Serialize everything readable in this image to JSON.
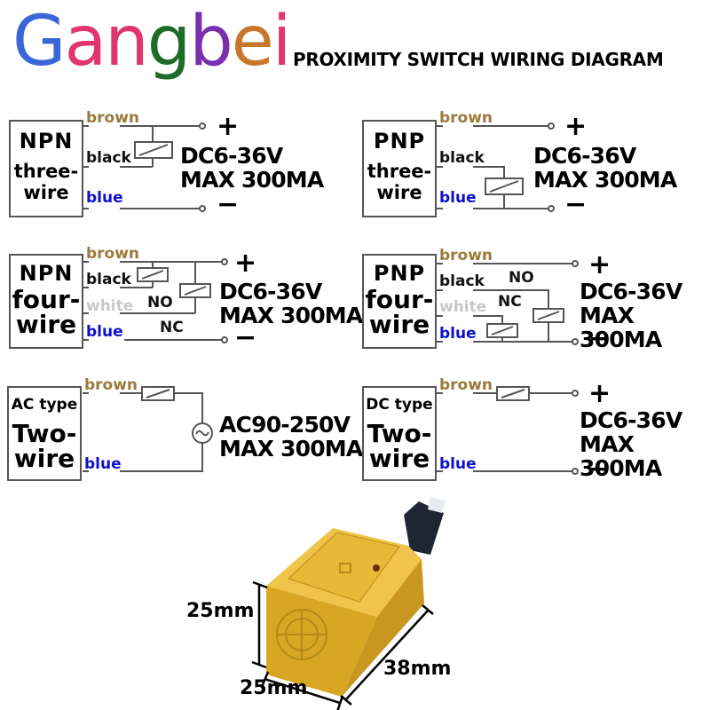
{
  "brand": {
    "letters": [
      {
        "char": "G",
        "color": "#3b66d8"
      },
      {
        "char": "a",
        "color": "#e0356e"
      },
      {
        "char": "n",
        "color": "#e0356e"
      },
      {
        "char": "g",
        "color": "#1e6b2a"
      },
      {
        "char": "b",
        "color": "#7a2fb0"
      },
      {
        "char": "e",
        "color": "#c7762b"
      },
      {
        "char": "i",
        "color": "#e0356e"
      }
    ],
    "name": "Gangbei"
  },
  "title": "PROXIMITY SWITCH WIRING DIAGRAM",
  "wire_colors": {
    "brown": "#9a7a3d",
    "black": "#111111",
    "blue": "#1010cc",
    "white": "#c8c8c8"
  },
  "diagrams": [
    {
      "id": "npn-three",
      "type": "NPN",
      "line1": "three-",
      "line2": "wire",
      "wires": [
        "brown",
        "black",
        "blue"
      ],
      "plus": "+",
      "minus": "−",
      "voltage": "DC6-36V",
      "current": "MAX 300MA"
    },
    {
      "id": "pnp-three",
      "type": "PNP",
      "line1": "three-",
      "line2": "wire",
      "wires": [
        "brown",
        "black",
        "blue"
      ],
      "plus": "+",
      "minus": "−",
      "voltage": "DC6-36V",
      "current": "MAX 300MA"
    },
    {
      "id": "npn-four",
      "type": "NPN",
      "line1": "four-",
      "line2": "wire",
      "wires": [
        "brown",
        "black",
        "white",
        "blue"
      ],
      "no": "NO",
      "nc": "NC",
      "plus": "+",
      "minus": "−",
      "voltage": "DC6-36V",
      "current": "MAX 300MA"
    },
    {
      "id": "pnp-four",
      "type": "PNP",
      "line1": "four-",
      "line2": "wire",
      "wires": [
        "brown",
        "black",
        "white",
        "blue"
      ],
      "no": "NO",
      "nc": "NC",
      "plus": "+",
      "minus": "−",
      "voltage": "DC6-36V",
      "current": "MAX 300MA"
    },
    {
      "id": "ac-two",
      "type": "AC type",
      "line1": "Two-",
      "line2": "wire",
      "wires": [
        "brown",
        "blue"
      ],
      "voltage": "AC90-250V",
      "current": "MAX 300MA",
      "source_symbol": "~"
    },
    {
      "id": "dc-two",
      "type": "DC type",
      "line1": "Two-",
      "line2": "wire",
      "wires": [
        "brown",
        "blue"
      ],
      "plus": "+",
      "minus": "−",
      "voltage": "DC6-36V",
      "current": "MAX 300MA"
    }
  ],
  "product": {
    "body_color": "#e2b02a",
    "dimensions": {
      "height": "25mm",
      "width": "25mm",
      "length": "38mm"
    }
  }
}
